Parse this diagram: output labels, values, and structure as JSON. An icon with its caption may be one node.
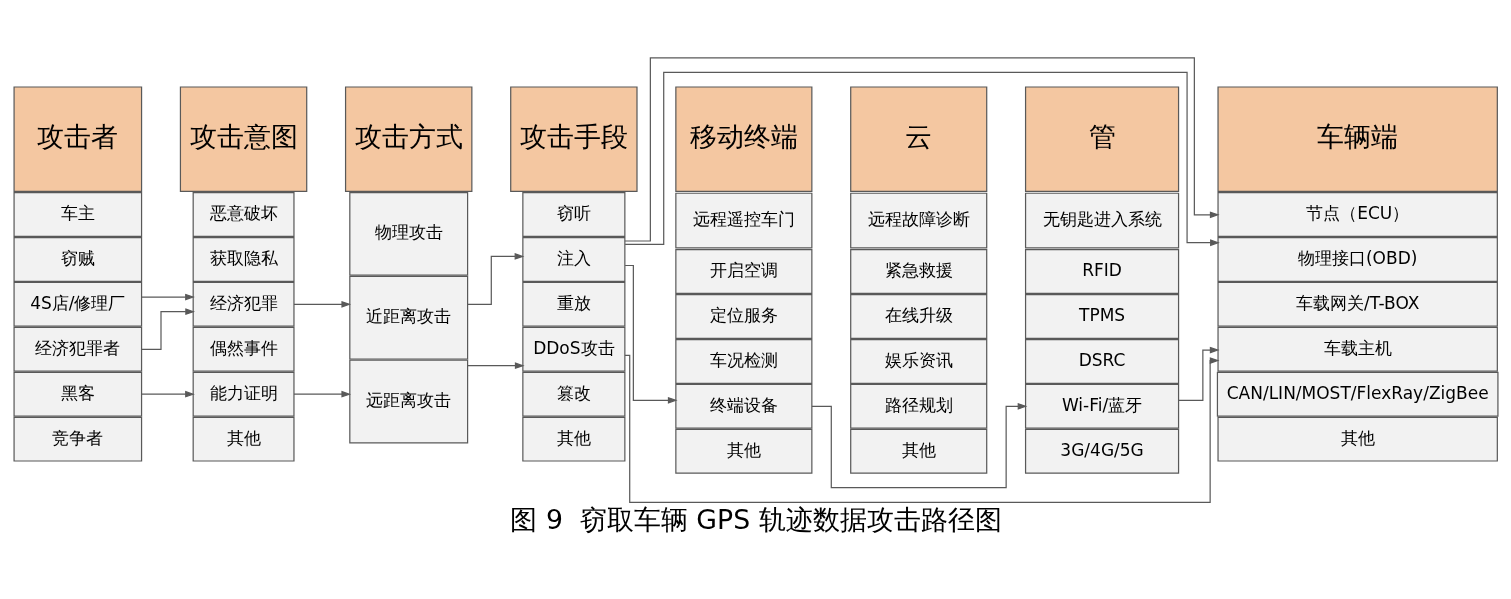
{
  "diagram": {
    "caption": "图 9  窃取车辆 GPS 轨迹数据攻击路径图",
    "nodes": [
      {
        "text": [
          "攻击者"
        ]
      },
      {
        "text": [
          "车主"
        ]
      },
      {
        "text": [
          "窃贼"
        ]
      },
      {
        "text": [
          "4S店/修理厂"
        ]
      },
      {
        "text": [
          "经济犯罪者"
        ]
      },
      {
        "text": [
          "黑客"
        ]
      },
      {
        "text": [
          "竞争者"
        ]
      },
      {
        "text": [
          "攻击意图"
        ]
      },
      {
        "text": [
          "恶意破坏"
        ]
      },
      {
        "text": [
          "获取隐私"
        ]
      },
      {
        "text": [
          "经济犯罪"
        ]
      },
      {
        "text": [
          "偶然事件"
        ]
      },
      {
        "text": [
          "能力证明"
        ]
      },
      {
        "text": [
          "其他"
        ]
      },
      {
        "text": [
          "攻击方式"
        ]
      },
      {
        "text": [
          "物理攻击"
        ]
      },
      {
        "text": [
          "近距离攻击"
        ]
      },
      {
        "text": [
          "远距离攻击"
        ]
      },
      {
        "text": [
          "攻击手段"
        ]
      },
      {
        "text": [
          "窃听"
        ]
      },
      {
        "text": [
          "注入"
        ]
      },
      {
        "text": [
          "重放"
        ]
      },
      {
        "text": [
          "DDoS攻击"
        ]
      },
      {
        "text": [
          "篡改"
        ]
      },
      {
        "text": [
          "其他"
        ]
      },
      {
        "text": [
          "移动终端"
        ]
      },
      {
        "text": [
          "远程遥控车门"
        ]
      },
      {
        "text": [
          "开启空调"
        ]
      },
      {
        "text": [
          "定位服务"
        ]
      },
      {
        "text": [
          "车况检测"
        ]
      },
      {
        "text": [
          "终端设备"
        ]
      },
      {
        "text": [
          "其他"
        ]
      },
      {
        "text": [
          "云"
        ]
      },
      {
        "text": [
          "远程故障诊断"
        ]
      },
      {
        "text": [
          "紧急救援"
        ]
      },
      {
        "text": [
          "在线升级"
        ]
      },
      {
        "text": [
          "娱乐资讯"
        ]
      },
      {
        "text": [
          "路径规划"
        ]
      },
      {
        "text": [
          "其他"
        ]
      },
      {
        "text": [
          "管"
        ]
      },
      {
        "text": [
          "无钥匙进入系统"
        ]
      },
      {
        "text": [
          "RFID"
        ]
      },
      {
        "text": [
          "TPMS"
        ]
      },
      {
        "text": [
          "DSRC"
        ]
      },
      {
        "text": [
          "Wi-Fi/蓝牙"
        ]
      },
      {
        "text": [
          "3G/4G/5G"
        ]
      },
      {
        "text": [
          "车辆端"
        ]
      },
      {
        "text": [
          "节点（ECU）"
        ]
      },
      {
        "text": [
          "物理接口(OBD)"
        ]
      },
      {
        "text": [
          "车载网关/T-BOX"
        ]
      },
      {
        "text": [
          "车载主机"
        ]
      },
      {
        "text": [
          "CAN/LIN/MOST/FlexRay/ZigBee"
        ]
      },
      {
        "text": [
          "其他"
        ]
      }
    ],
    "edges": [
      {
        "from": 3,
        "to": 10,
        "arrow": "to"
      },
      {
        "from": 4,
        "to": 10,
        "arrow": "to"
      },
      {
        "from": 5,
        "to": 12,
        "arrow": "to"
      },
      {
        "from": 10,
        "to": 16,
        "arrow": "to"
      },
      {
        "from": 12,
        "to": 17,
        "arrow": "to"
      },
      {
        "from": 16,
        "to": 20,
        "arrow": "to"
      },
      {
        "from": 17,
        "to": 22,
        "arrow": "to"
      },
      {
        "from": 20,
        "to": 30,
        "arrow": "to"
      },
      {
        "from": 20,
        "to": 47,
        "arrow": "to"
      },
      {
        "from": 20,
        "to": 48,
        "arrow": "to"
      },
      {
        "from": 22,
        "to": 50,
        "arrow": "to"
      },
      {
        "from": 30,
        "to": 44,
        "arrow": "to"
      },
      {
        "from": 44,
        "to": 50,
        "arrow": "to"
      }
    ]
  }
}
